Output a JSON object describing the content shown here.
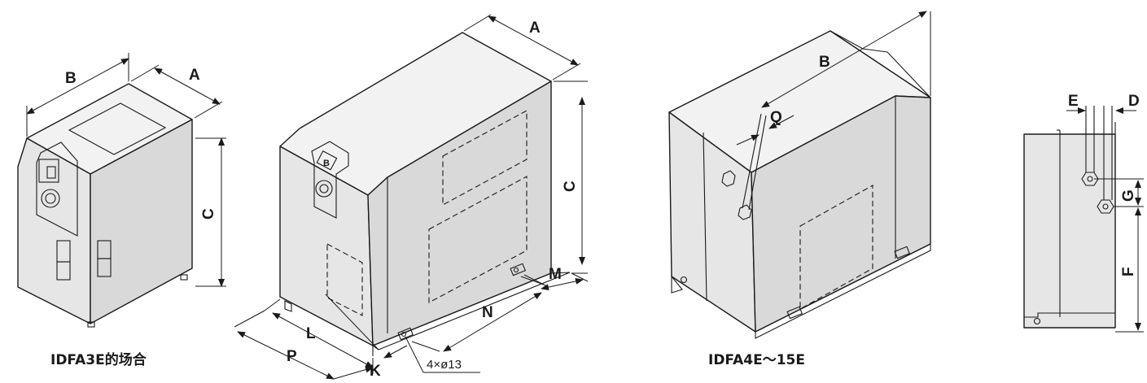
{
  "dims": {
    "A": "A",
    "B": "B",
    "C": "C",
    "D": "D",
    "E": "E",
    "F": "F",
    "G": "G",
    "K": "K",
    "L": "L",
    "M": "M",
    "N": "N",
    "P": "P",
    "Q": "Q"
  },
  "captions": {
    "left": "IDFA3E的场合",
    "right": "IDFA4E～15E"
  },
  "holes": "4×ø13",
  "badge": "B"
}
